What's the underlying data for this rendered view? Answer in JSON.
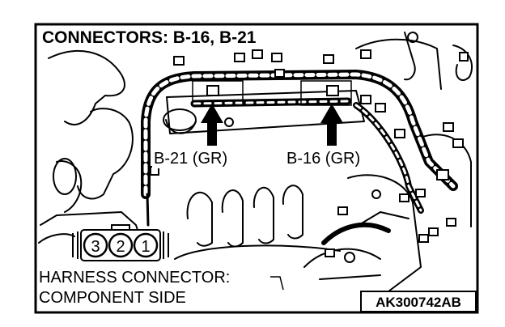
{
  "title": "CONNECTORS: B-16, B-21",
  "connector_labels": {
    "left": "B-21 (GR)",
    "right": "B-16 (GR)"
  },
  "harness_caption": {
    "line1": "HARNESS CONNECTOR:",
    "line2": "COMPONENT SIDE"
  },
  "pins": [
    "3",
    "2",
    "1"
  ],
  "figure_code": "AK300742AB",
  "colors": {
    "ink": "#000000",
    "paper": "#ffffff"
  }
}
